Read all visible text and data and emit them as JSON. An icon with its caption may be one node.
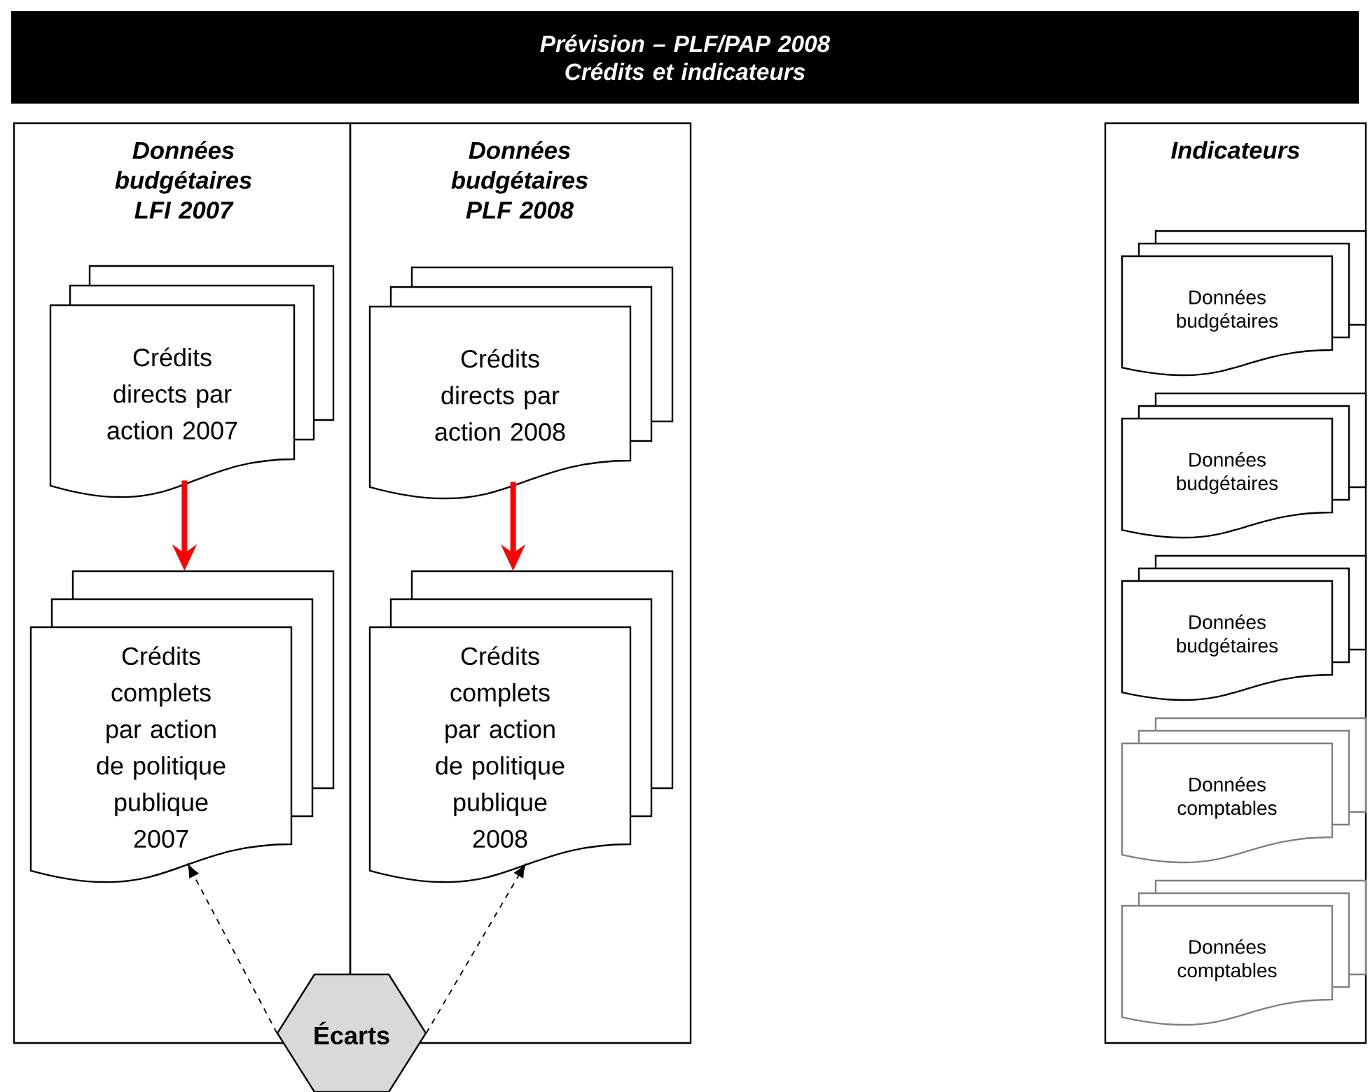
{
  "diagram": {
    "title": "Prévision – PLF/PAP 2008 Crédits et indicateurs",
    "nodes": [
      {
        "text": [
          "Données budgétaires LFI 2007"
        ]
      },
      {
        "text": [
          "Crédits directs par action 2007"
        ],
        "in": 0
      },
      {
        "text": [
          "Crédits complets par action de politique publique 2007"
        ],
        "in": 0
      },
      {
        "text": [
          "Données budgétaires PLF 2008"
        ]
      },
      {
        "text": [
          "Crédits directs par action 2008"
        ],
        "in": 3
      },
      {
        "text": [
          "Crédits complets par action de politique publique 2008"
        ],
        "in": 3
      },
      {
        "text": [
          "Écarts"
        ]
      },
      {
        "text": [
          "Indicateurs"
        ]
      },
      {
        "text": [
          "Données budgétaires"
        ],
        "in": 7
      },
      {
        "text": [
          "Données budgétaires"
        ],
        "in": 7
      },
      {
        "text": [
          "Données budgétaires"
        ],
        "in": 7
      },
      {
        "text": [
          "Données comptables"
        ],
        "in": 7
      },
      {
        "text": [
          "Données comptables"
        ],
        "in": 7
      }
    ],
    "edges": [
      {
        "from": 1,
        "to": 2,
        "arrow": "to",
        "style": "thick",
        "color": "#ff0000"
      },
      {
        "from": 4,
        "to": 5,
        "arrow": "to",
        "style": "thick",
        "color": "#ff0000"
      },
      {
        "from": 6,
        "to": 2,
        "arrow": "to",
        "style": "dashed",
        "color": "#000000"
      },
      {
        "from": 6,
        "to": 5,
        "arrow": "to",
        "style": "dashed",
        "color": "#000000"
      }
    ]
  }
}
